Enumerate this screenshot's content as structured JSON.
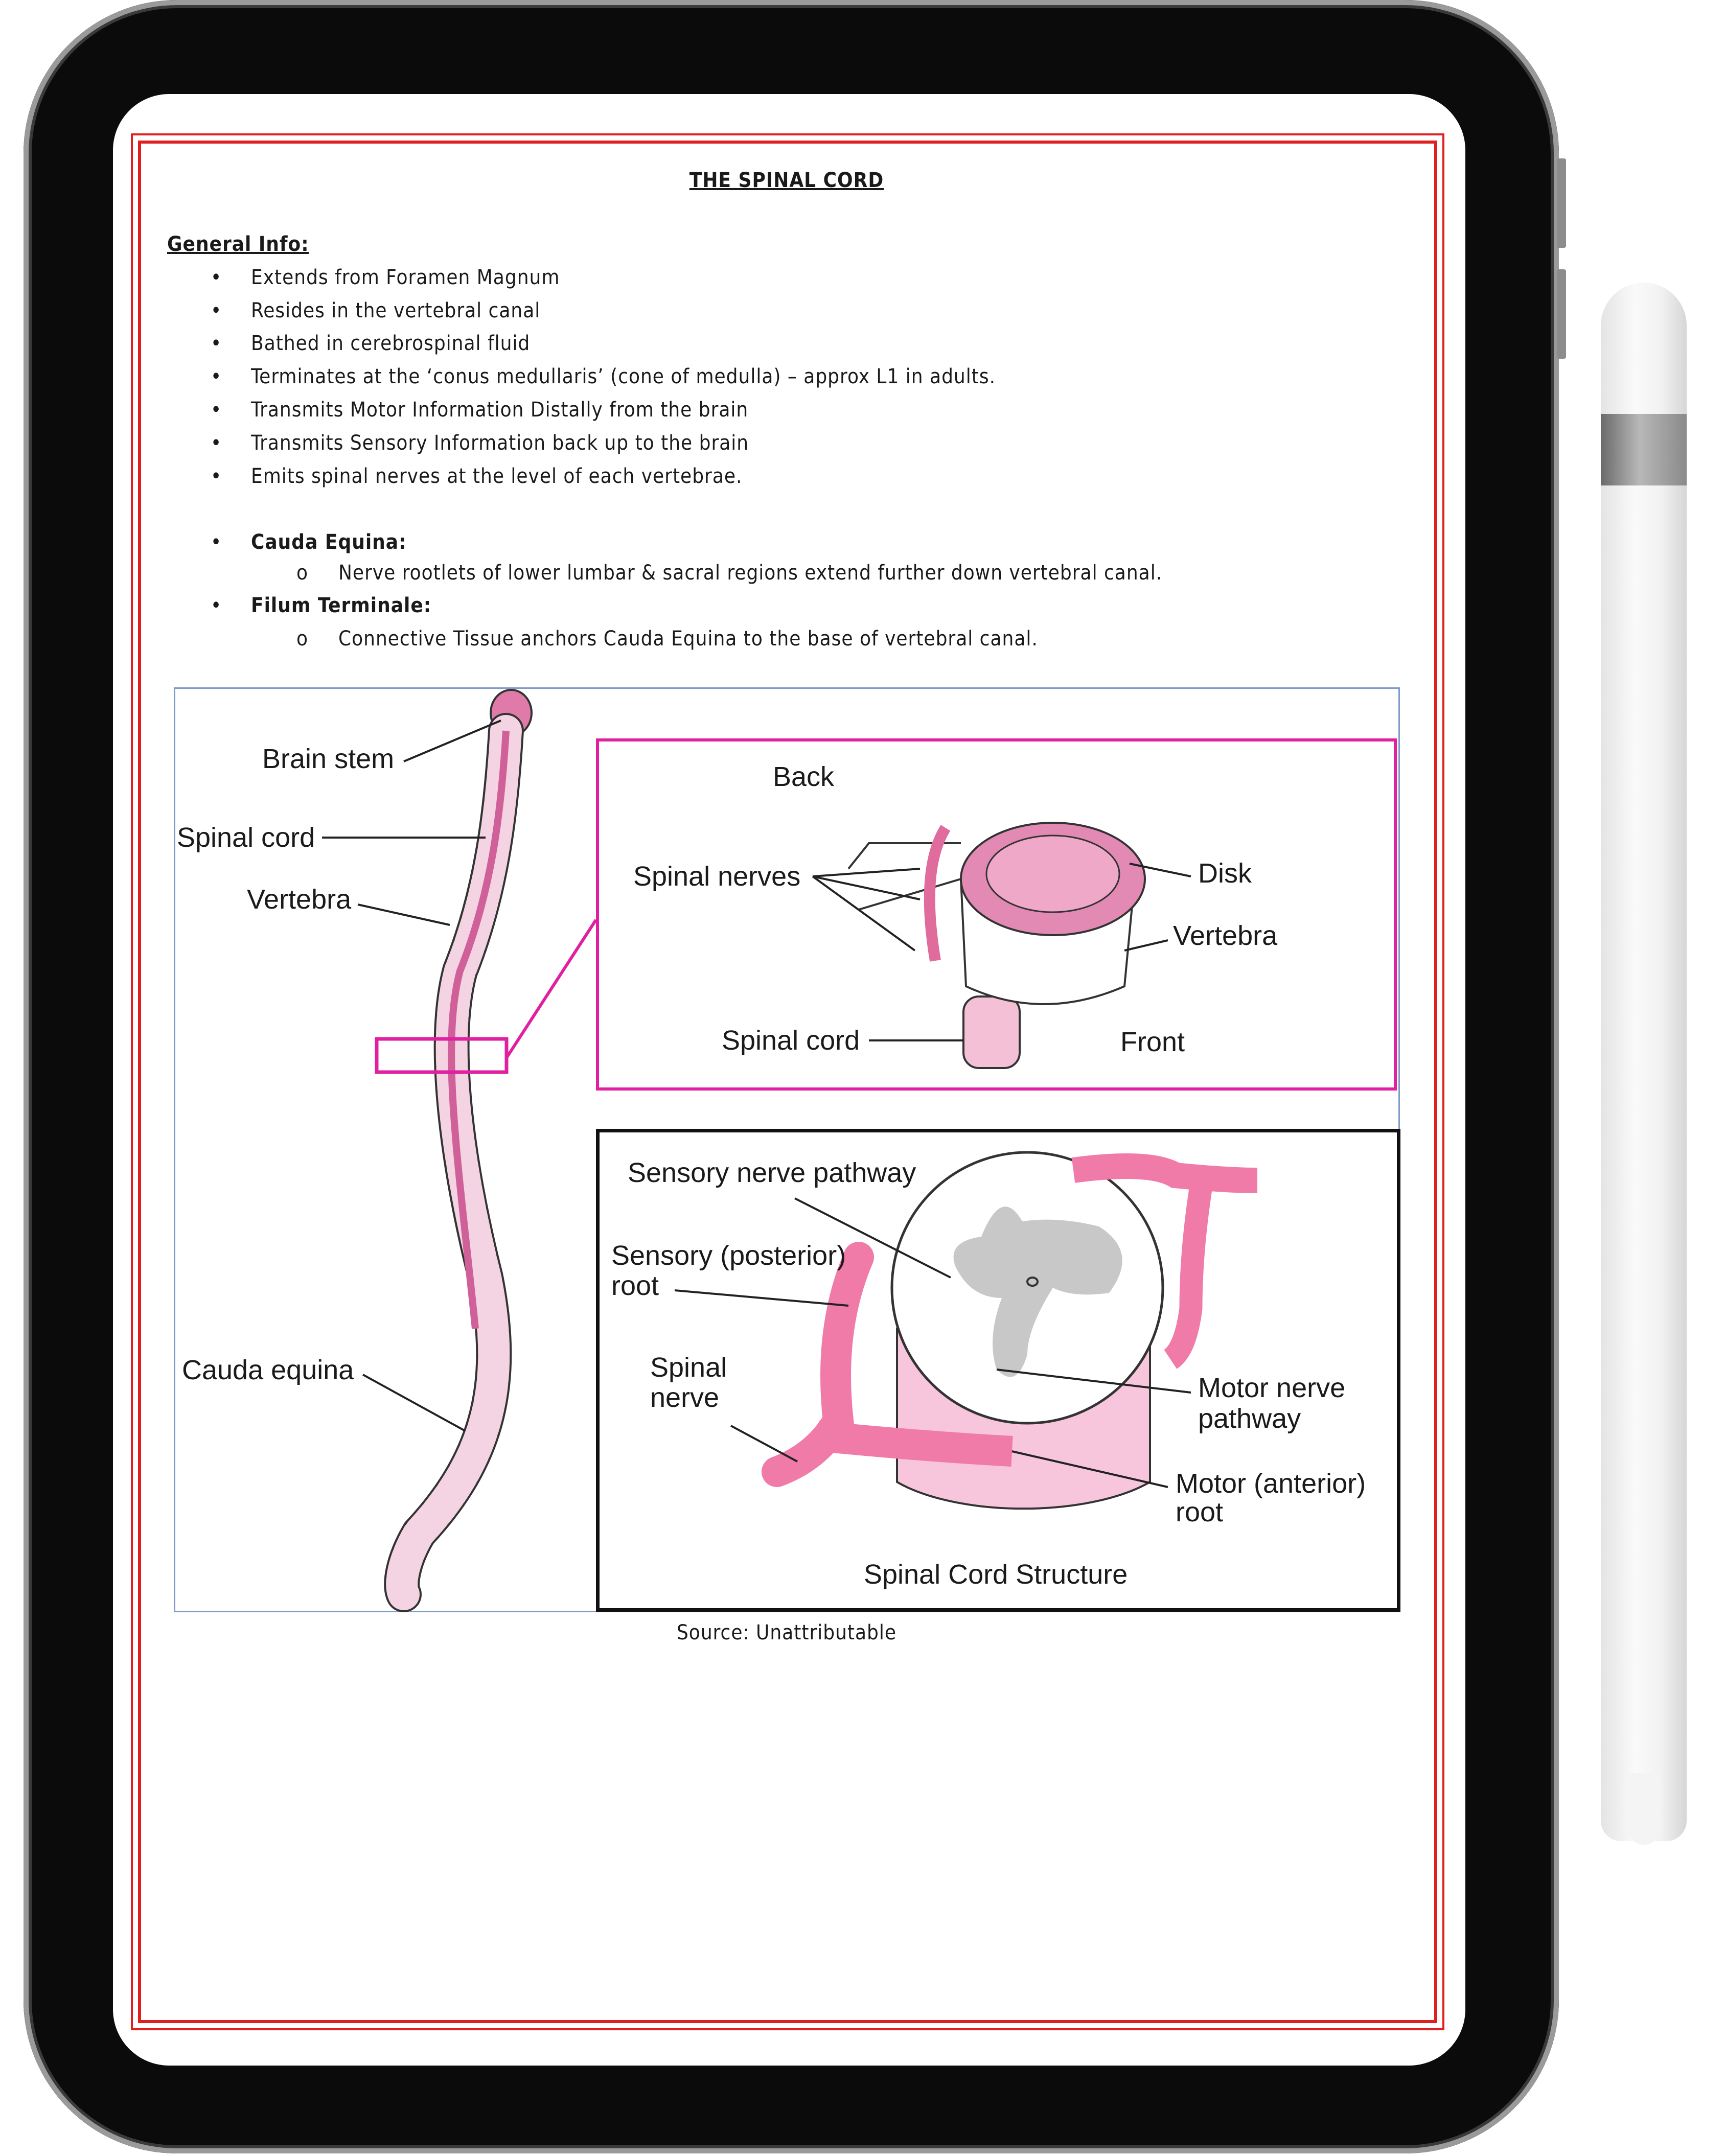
{
  "document": {
    "title": "THE SPINAL CORD",
    "section_heading": "General Info:",
    "bullets": [
      "Extends from Foramen Magnum",
      "Resides in the vertebral canal",
      "Bathed in cerebrospinal fluid",
      "Terminates at the ‘conus medullaris’ (cone of medulla) – approx L1 in adults.",
      "Transmits Motor Information Distally from the brain",
      "Transmits Sensory Information back up to the brain",
      "Emits spinal nerves at the level of each vertebrae."
    ],
    "terms": [
      {
        "term": "Cauda Equina:",
        "detail": "Nerve rootlets of lower lumbar & sacral regions extend further down vertebral canal."
      },
      {
        "term": "Filum Terminale:",
        "detail": "Connective Tissue anchors Cauda Equina to the base of vertebral canal."
      }
    ],
    "bullet_symbol": "•",
    "sub_bullet_symbol": "o",
    "source": "Source: Unattributable"
  },
  "figure": {
    "spine_labels": {
      "brain_stem": "Brain stem",
      "spinal_cord": "Spinal cord",
      "vertebra": "Vertebra",
      "cauda_equina": "Cauda equina"
    },
    "inset_top": {
      "back": "Back",
      "spinal_nerves": "Spinal nerves",
      "disk": "Disk",
      "vertebra": "Vertebra",
      "spinal_cord": "Spinal cord",
      "front": "Front"
    },
    "inset_bottom": {
      "sensory_pathway": "Sensory nerve pathway",
      "sensory_root_1": "Sensory (posterior)",
      "sensory_root_2": "root",
      "spinal_nerve_1": "Spinal",
      "spinal_nerve_2": "nerve",
      "motor_pathway_1": "Motor nerve",
      "motor_pathway_2": "pathway",
      "motor_root_1": "Motor (anterior)",
      "motor_root_2": "root",
      "caption": "Spinal Cord Structure"
    }
  },
  "colors": {
    "page_border": "#e02020",
    "highlight": "#e020a0",
    "tissue_pink": "#f07aa8",
    "light_pink": "#f7c6dc",
    "grey_matter": "#c8c8c8"
  }
}
